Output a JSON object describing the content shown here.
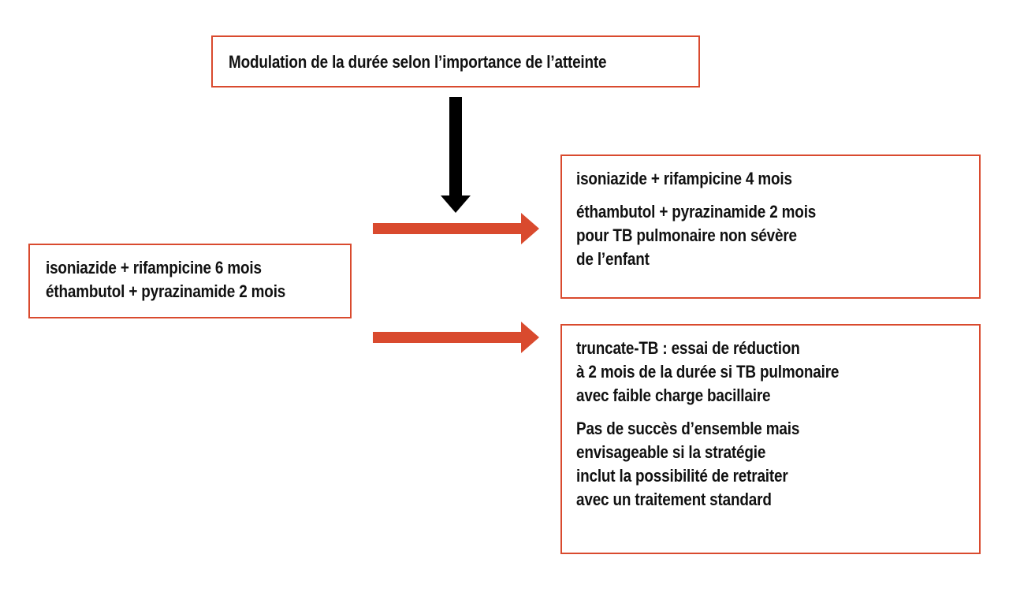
{
  "colors": {
    "accent": "#d94a2e",
    "arrow_black": "#000000",
    "text": "#111111"
  },
  "nodes": {
    "top": {
      "lines": [
        "Modulation de la durée selon l’importance de l’atteinte"
      ]
    },
    "standard": {
      "lines": [
        "isoniazide + rifampicine 6 mois",
        "éthambutol + pyrazinamide 2 mois"
      ]
    },
    "short_regimen": {
      "para1": [
        "isoniazide + rifampicine 4 mois"
      ],
      "para2": [
        "éthambutol + pyrazinamide 2 mois",
        "pour TB pulmonaire non sévère",
        "de l’enfant"
      ]
    },
    "truncate": {
      "para1": [
        "truncate-TB : essai de réduction",
        "à 2 mois de la durée si TB pulmonaire",
        "avec faible charge bacillaire"
      ],
      "para2": [
        "Pas de succès d’ensemble mais",
        "envisageable si la stratégie",
        "inclut la possibilité de retraiter",
        "avec un traitement standard"
      ]
    }
  },
  "edges": [
    {
      "from": "top",
      "to": "short_regimen",
      "color": "#000000"
    },
    {
      "from": "standard",
      "to": "short_regimen",
      "color": "#d94a2e"
    },
    {
      "from": "standard",
      "to": "truncate",
      "color": "#d94a2e"
    }
  ]
}
